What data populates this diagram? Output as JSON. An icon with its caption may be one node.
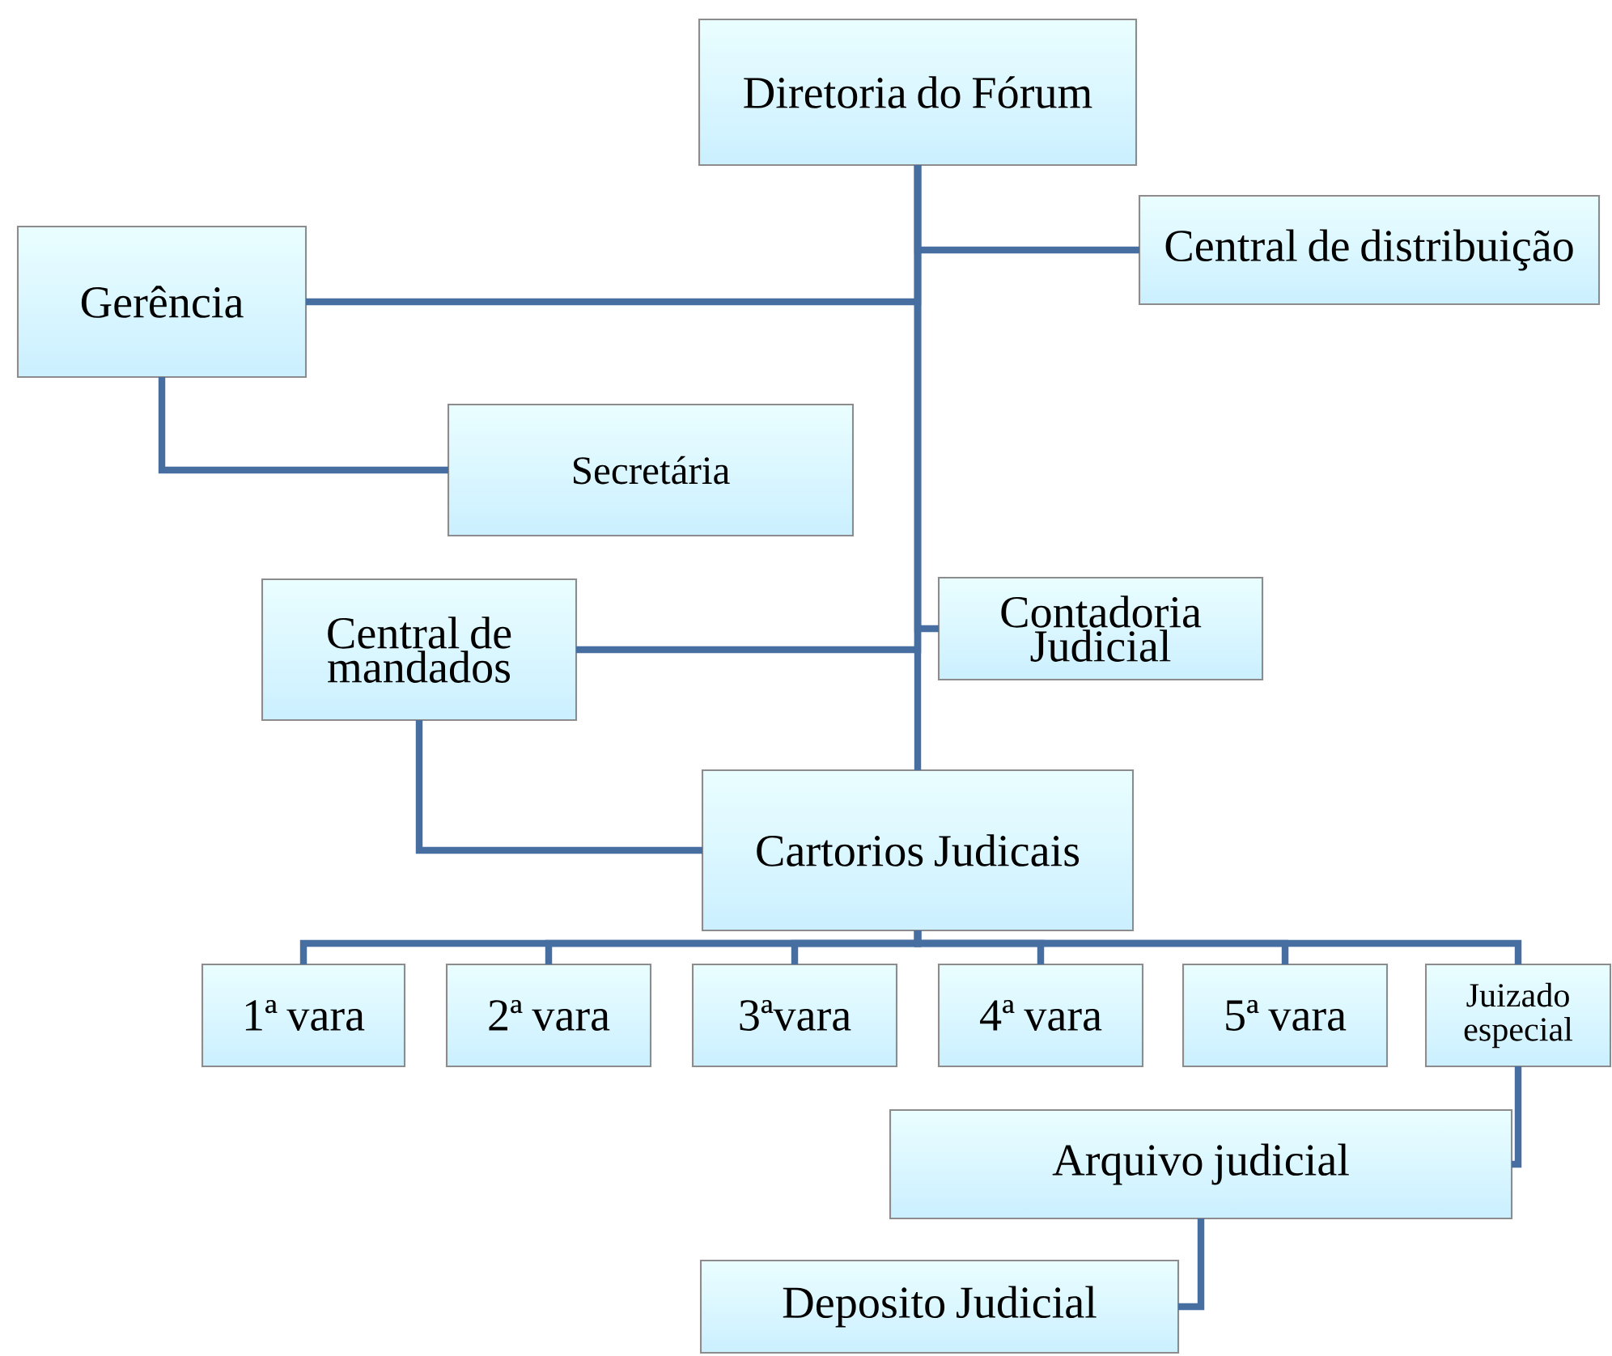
{
  "diagram": {
    "nodes": [
      {
        "text": [
          "Diretoria do Fórum"
        ]
      },
      {
        "text": [
          "Central de distribuição"
        ]
      },
      {
        "text": [
          "Gerência"
        ]
      },
      {
        "text": [
          "Secretária"
        ]
      },
      {
        "text": [
          "Central de mandados"
        ]
      },
      {
        "text": [
          "Contadoria Judicial"
        ]
      },
      {
        "text": [
          "Cartorios Judicais"
        ]
      },
      {
        "text": [
          "1ª vara"
        ]
      },
      {
        "text": [
          "2ª vara"
        ]
      },
      {
        "text": [
          "3ªvara"
        ]
      },
      {
        "text": [
          "4ª vara"
        ]
      },
      {
        "text": [
          "5ª vara"
        ]
      },
      {
        "text": [
          "Juizado especial"
        ]
      },
      {
        "text": [
          "Arquivo judicial"
        ]
      },
      {
        "text": [
          "Deposito Judicial"
        ]
      }
    ],
    "edges": [
      {
        "from": 0,
        "to": 1,
        "arrow": "none"
      },
      {
        "from": 0,
        "to": 2,
        "arrow": "none"
      },
      {
        "from": 0,
        "to": 5,
        "arrow": "none"
      },
      {
        "from": 0,
        "to": 4,
        "arrow": "none"
      },
      {
        "from": 0,
        "to": 6,
        "arrow": "none"
      },
      {
        "from": 2,
        "to": 3,
        "arrow": "none"
      },
      {
        "from": 4,
        "to": 6,
        "arrow": "none"
      },
      {
        "from": 6,
        "to": 7,
        "arrow": "none"
      },
      {
        "from": 6,
        "to": 8,
        "arrow": "none"
      },
      {
        "from": 6,
        "to": 9,
        "arrow": "none"
      },
      {
        "from": 6,
        "to": 10,
        "arrow": "none"
      },
      {
        "from": 6,
        "to": 11,
        "arrow": "none"
      },
      {
        "from": 6,
        "to": 12,
        "arrow": "none"
      },
      {
        "from": 12,
        "to": 13,
        "arrow": "none"
      },
      {
        "from": 13,
        "to": 14,
        "arrow": "none"
      }
    ]
  }
}
